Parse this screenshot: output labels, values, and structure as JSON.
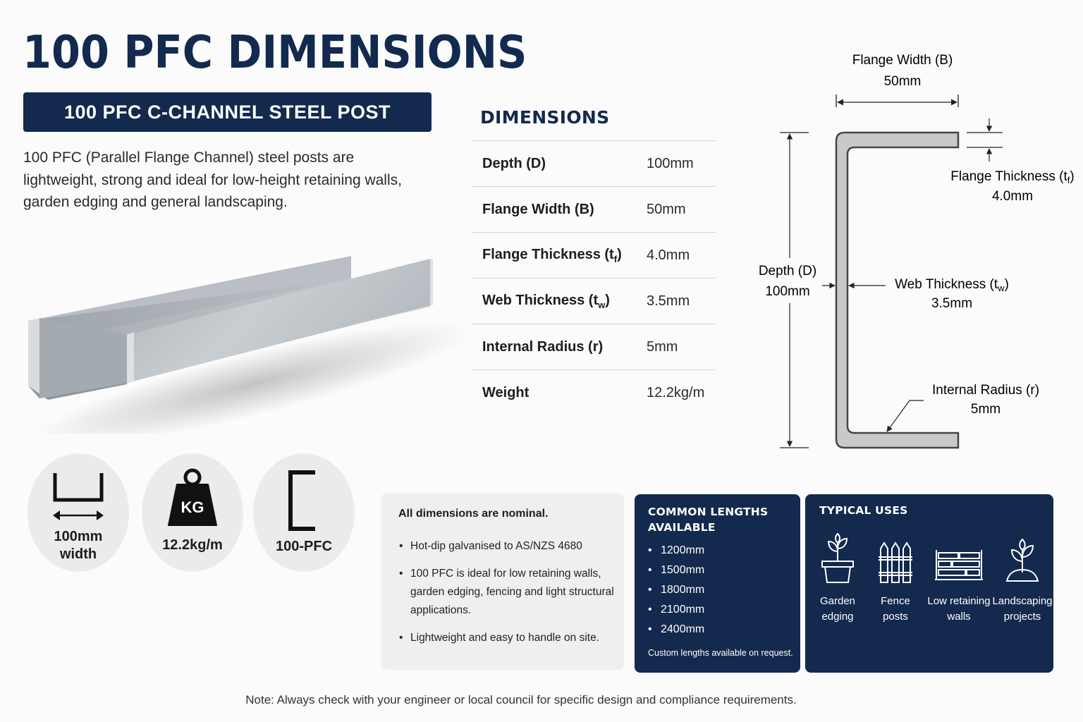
{
  "header": {
    "title": "100 PFC DIMENSIONS",
    "subtitle": "100 PFC C-CHANNEL STEEL POST",
    "intro": "100 PFC (Parallel Flange Channel) steel posts are lightweight, strong and ideal for low-height retaining walls, garden edging and general landscaping."
  },
  "dimensions": {
    "title": "DIMENSIONS",
    "rows": [
      {
        "label": "Depth (D)",
        "value": "100mm"
      },
      {
        "label": "Flange Width (B)",
        "value": "50mm"
      },
      {
        "label": "Flange Thickness (t",
        "sub": "f",
        "suffix": ")",
        "value": "4.0mm"
      },
      {
        "label": "Web Thickness (t",
        "sub": "w",
        "suffix": ")",
        "value": "3.5mm"
      },
      {
        "label": "Internal Radius (r)",
        "value": "5mm"
      },
      {
        "label": "Weight",
        "value": "12.2kg/m"
      }
    ]
  },
  "diagram": {
    "flange_width_label": "Flange Width (B)",
    "flange_width_value": "50mm",
    "flange_thickness_label": "Flange Thickness (t",
    "flange_thickness_sub": "f",
    "flange_thickness_value": "4.0mm",
    "depth_label": "Depth (D)",
    "depth_value": "100mm",
    "web_thickness_label": "Web Thickness (t",
    "web_thickness_sub": "w",
    "web_thickness_value": "3.5mm",
    "radius_label": "Internal Radius (r)",
    "radius_value": "5mm"
  },
  "icons": {
    "width_line1": "100mm",
    "width_line2": "width",
    "weight_badge": "KG",
    "weight_caption": "12.2kg/m",
    "profile_caption": "100-PFC"
  },
  "nominal": {
    "title": "All dimensions are nominal.",
    "items": [
      "Hot-dip galvanised to AS/NZS 4680",
      "100 PFC is ideal for low retaining walls, garden edging, fencing and light structural applications.",
      "Lightweight and easy to handle on site."
    ]
  },
  "lengths": {
    "title": "COMMON LENGTHS AVAILABLE",
    "items": [
      "1200mm",
      "1500mm",
      "1800mm",
      "2100mm",
      "2400mm"
    ],
    "note": "Custom lengths available on request."
  },
  "uses": {
    "title": "TYPICAL USES",
    "items": [
      {
        "line1": "Garden",
        "line2": "edging",
        "icon": "plant-pot-icon"
      },
      {
        "line1": "Fence",
        "line2": "posts",
        "icon": "fence-icon"
      },
      {
        "line1": "Low retaining",
        "line2": "walls",
        "icon": "retaining-wall-icon"
      },
      {
        "line1": "Landscaping",
        "line2": "projects",
        "icon": "seedling-icon"
      }
    ]
  },
  "footer": {
    "note": "Note: Always check with your engineer or local council for specific design and compliance requirements."
  },
  "colors": {
    "navy": "#13294d",
    "steel": "#c9c9c9",
    "panel_gray": "#efefef"
  }
}
